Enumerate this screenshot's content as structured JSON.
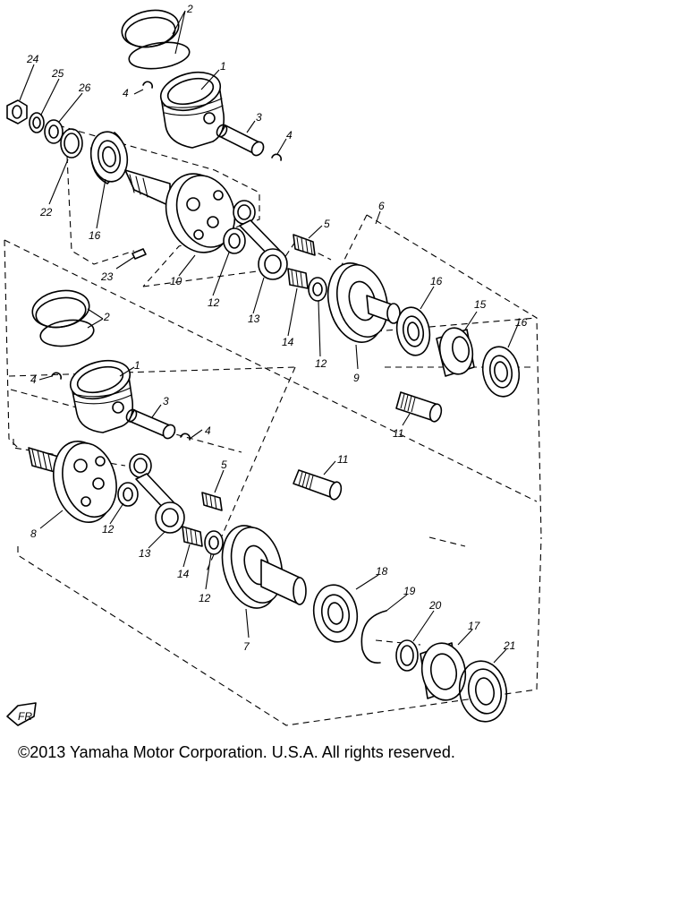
{
  "copyright": "©2013 Yamaha Motor Corporation. U.S.A. All rights reserved.",
  "fr_marker": "FR",
  "callouts": {
    "upper": {
      "piston_ring": "2",
      "piston": "1",
      "circlip_a": "4",
      "piston_pin": "3",
      "circlip_b": "4",
      "nut": "24",
      "washer": "25",
      "oil_seal": "26",
      "seal_22": "22",
      "bearing_left": "16",
      "key": "23",
      "crank_left": "10",
      "needle_bearing": "5",
      "outline_6": "6",
      "washer_12a": "12",
      "conrod": "13",
      "crank_pin": "14",
      "washer_12b": "12",
      "crank_right": "9",
      "bearing_16b": "16",
      "collar": "15",
      "bearing_16c": "16",
      "pin_11": "11"
    },
    "lower": {
      "piston_ring": "2",
      "circlip_a": "4",
      "piston": "1",
      "piston_pin": "3",
      "circlip_b": "4",
      "needle_bearing": "5",
      "pin_11": "11",
      "crank_left": "8",
      "washer_12a": "12",
      "conrod": "13",
      "crank_pin": "14",
      "washer_12b": "12",
      "crank_right": "7",
      "bearing": "18",
      "circlip": "19",
      "washer_20": "20",
      "bearing_17": "17",
      "oil_seal": "21"
    }
  }
}
